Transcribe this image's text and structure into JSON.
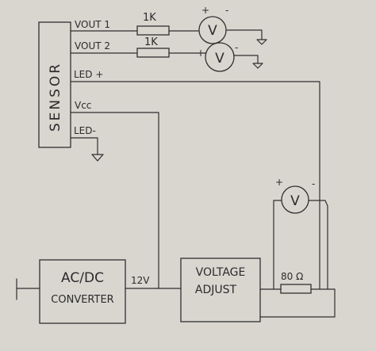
{
  "colors": {
    "paper": "#d9d6d0",
    "ink": "#2f2f2f"
  },
  "sensor": {
    "title": "SENSOR",
    "pins": {
      "vout1": "VOUT 1",
      "vout2": "VOUT 2",
      "led_plus": "LED +",
      "vcc": "Vcc",
      "led_minus": "LED-"
    }
  },
  "resistors": {
    "r1": "1K",
    "r2": "1K",
    "r3": "80 Ω"
  },
  "meters": {
    "symbol": "V",
    "plus": "+",
    "minus": "-"
  },
  "ac_dc": {
    "line1": "AC/DC",
    "line2": "CONVERTER"
  },
  "supply_label": "12V",
  "voltage_adjust": {
    "line1": "VOLTAGE",
    "line2": "ADJUST"
  },
  "icons": {
    "ground": "ground-icon",
    "voltmeter": "voltmeter-icon",
    "resistor": "resistor-icon"
  }
}
